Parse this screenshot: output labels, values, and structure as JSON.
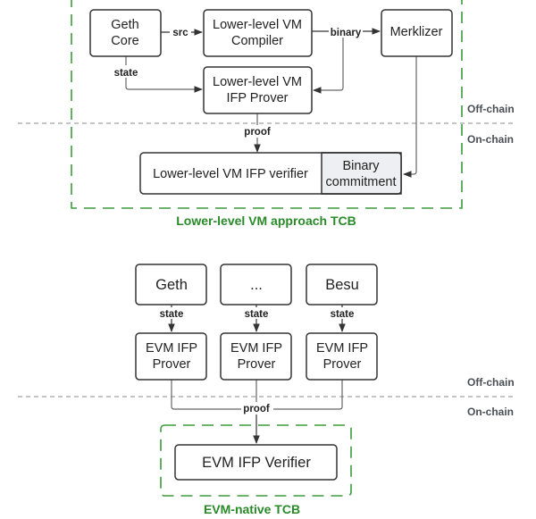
{
  "top_diagram": {
    "nodes": {
      "geth_core": [
        "Geth",
        "Core"
      ],
      "compiler": [
        "Lower-level VM",
        "Compiler"
      ],
      "merklizer": "Merklizer",
      "prover": [
        "Lower-level VM",
        "IFP Prover"
      ],
      "verifier": "Lower-level VM IFP verifier",
      "binary_commitment": [
        "Binary",
        "commitment"
      ]
    },
    "edges": {
      "src": "src",
      "state": "state",
      "binary": "binary",
      "proof": "proof"
    },
    "tcb_label": "Lower-level VM approach TCB",
    "offchain_label": "Off-chain",
    "onchain_label": "On-chain"
  },
  "bottom_diagram": {
    "clients": [
      "Geth",
      "...",
      "Besu"
    ],
    "provers": [
      [
        "EVM IFP",
        "Prover"
      ],
      [
        "EVM IFP",
        "Prover"
      ],
      [
        "EVM IFP",
        "Prover"
      ]
    ],
    "edges": {
      "state": "state",
      "proof": "proof"
    },
    "verifier": "EVM IFP Verifier",
    "tcb_label": "EVM-native TCB",
    "offchain_label": "Off-chain",
    "onchain_label": "On-chain"
  },
  "colors": {
    "tcb_green": "#2a8a2a",
    "tcb_border": "#3b9a3b",
    "commitment_fill": "#eeeff3"
  }
}
